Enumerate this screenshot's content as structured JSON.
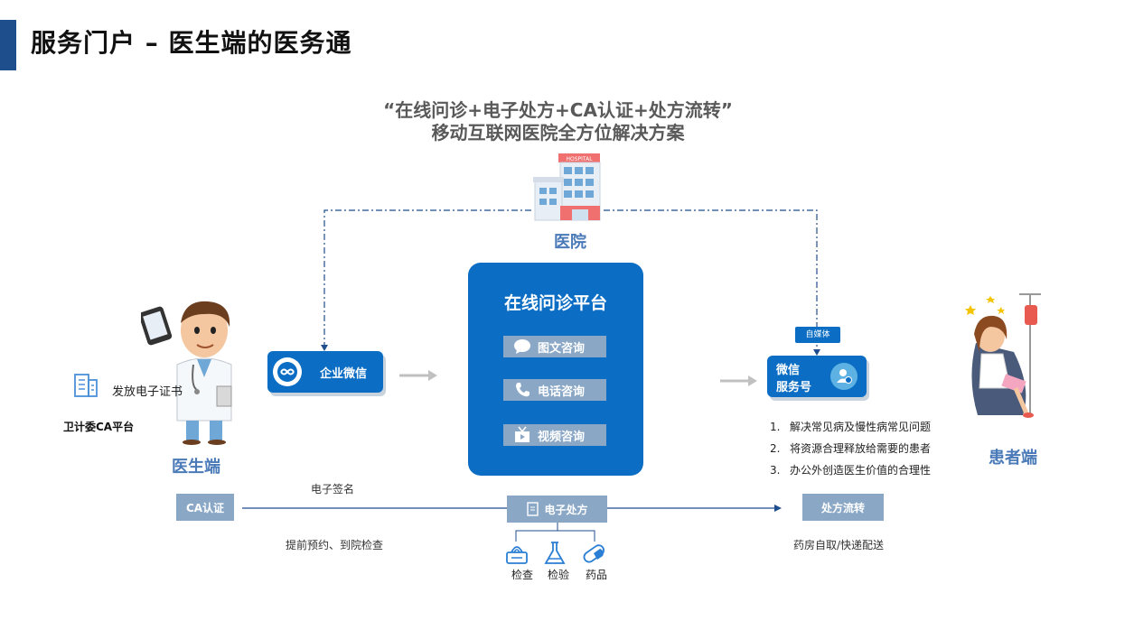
{
  "header": {
    "title": "服务门户 – 医生端的医务通"
  },
  "headline": {
    "line1": "“在线问诊+电子处方+CA认证+处方流转”",
    "line2": "移动互联网医院全方位解决方案"
  },
  "hospital": {
    "label": "医院",
    "sign": "HOSPITAL"
  },
  "platform": {
    "title": "在线问诊平台",
    "items": [
      {
        "label": "图文咨询",
        "icon": "chat-icon"
      },
      {
        "label": "电话咨询",
        "icon": "phone-icon"
      },
      {
        "label": "视频咨询",
        "icon": "tv-icon"
      }
    ]
  },
  "enterprise_wechat": {
    "label": "企业微信"
  },
  "self_media": {
    "label": "自媒体"
  },
  "wechat_service": {
    "line1": "微信",
    "line2": "服务号"
  },
  "benefits": [
    {
      "num": "1.",
      "text": "解决常见病及慢性病常见问题"
    },
    {
      "num": "2.",
      "text": "将资源合理释放给需要的患者"
    },
    {
      "num": "3.",
      "text": "办公外创造医生价值的合理性"
    }
  ],
  "doctor": {
    "label": "医生端"
  },
  "patient": {
    "label": "患者端"
  },
  "cert": {
    "issue_text": "发放电子证书",
    "platform": "卫计委CA平台"
  },
  "ca_button": "CA认证",
  "e_signature": "电子签名",
  "e_rx_button": "电子处方",
  "rx_flow_button": "处方流转",
  "appointment": "提前预约、到院检查",
  "pharmacy": "药房自取/快递配送",
  "bottom_items": [
    {
      "label": "检查",
      "icon": "ultrasound-icon"
    },
    {
      "label": "检验",
      "icon": "flask-icon"
    },
    {
      "label": "药品",
      "icon": "capsule-icon"
    }
  ],
  "colors": {
    "primary": "#0b6dc3",
    "secondary": "#8aa7c6",
    "label_blue": "#4a7ab8",
    "title_bar": "#1f4e8c"
  }
}
